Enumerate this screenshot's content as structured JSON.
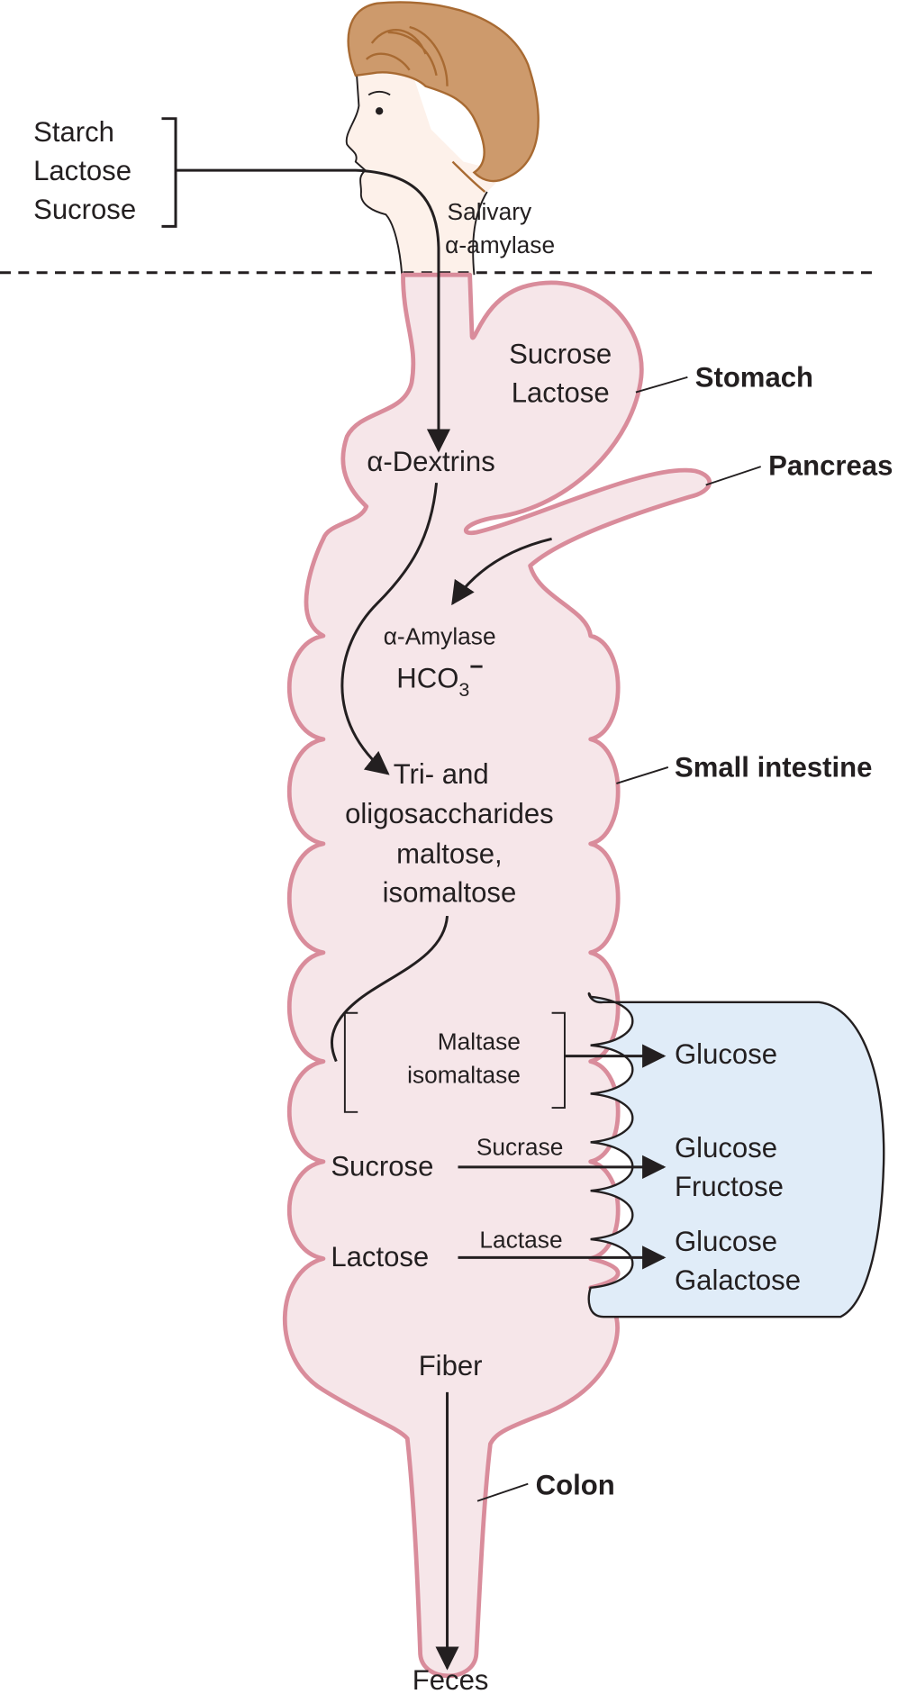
{
  "colors": {
    "hair": "#cd9a6c",
    "hair_outline": "#a86a32",
    "skin": "#fdf1ea",
    "gut_fill": "#f6e6e9",
    "gut_outline": "#d98c9b",
    "cell_fill": "#e0ecf8",
    "ink": "#231f20"
  },
  "mouth": {
    "inputs": [
      "Starch",
      "Lactose",
      "Sucrose"
    ],
    "enzyme_line1": "Salivary",
    "enzyme_line2": "α-amylase"
  },
  "stomach": {
    "label": "Stomach",
    "contents": [
      "Sucrose",
      "Lactose"
    ],
    "product": "α-Dextrins"
  },
  "pancreas": {
    "label": "Pancreas",
    "secretion": "α-Amylase",
    "bicarbonate": {
      "base": "HCO",
      "sub": "3",
      "sup": "−"
    }
  },
  "small_intestine": {
    "label": "Small intestine",
    "products": [
      "Tri- and",
      "oligosaccharides",
      "maltose,",
      "isomaltose"
    ],
    "brush_border": {
      "bracket_enzymes": [
        "Maltase",
        "isomaltase"
      ],
      "rows": [
        {
          "substrate": "",
          "enzyme": "",
          "absorbed": [
            "Glucose"
          ]
        },
        {
          "substrate": "Sucrose",
          "enzyme": "Sucrase",
          "absorbed": [
            "Glucose",
            "Fructose"
          ]
        },
        {
          "substrate": "Lactose",
          "enzyme": "Lactase",
          "absorbed": [
            "Glucose",
            "Galactose"
          ]
        }
      ]
    }
  },
  "colon": {
    "label": "Colon",
    "input": "Fiber",
    "output": "Feces"
  }
}
